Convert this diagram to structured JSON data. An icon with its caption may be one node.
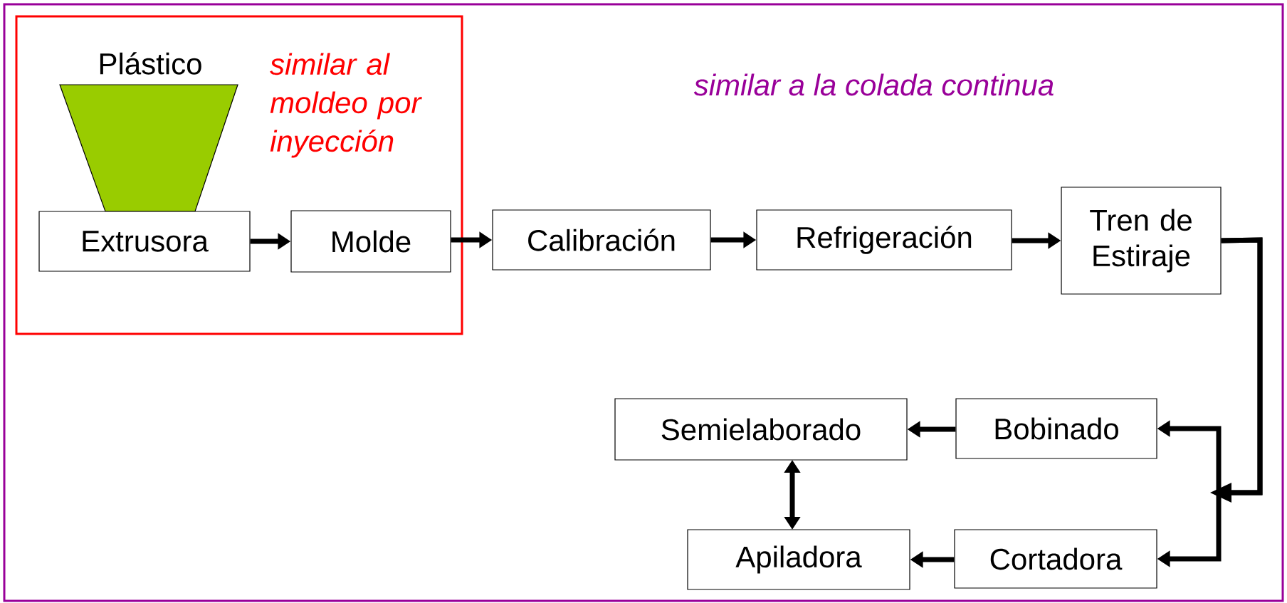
{
  "diagram": {
    "nodes": [
      {
        "text": [
          "similar a la colada continua"
        ]
      },
      {
        "text": [
          "similar al moldeo por inyección"
        ],
        "in": 0
      },
      {
        "text": [
          "Plástico"
        ],
        "in": 1
      },
      {
        "text": [
          "Extrusora"
        ],
        "in": 1
      },
      {
        "text": [
          "Molde"
        ],
        "in": 1
      },
      {
        "text": [
          "Calibración"
        ],
        "in": 0
      },
      {
        "text": [
          "Refrigeración"
        ],
        "in": 0
      },
      {
        "text": [
          "Tren de Estiraje"
        ],
        "in": 0
      },
      {
        "text": [
          "Bobinado"
        ],
        "in": 0
      },
      {
        "text": [
          "Semielaborado"
        ],
        "in": 0
      },
      {
        "text": [
          "Cortadora"
        ],
        "in": 0
      },
      {
        "text": [
          "Apiladora"
        ],
        "in": 0
      }
    ],
    "edges": [
      {
        "from": 3,
        "to": 4,
        "arrow": "to"
      },
      {
        "from": 4,
        "to": 5,
        "arrow": "to"
      },
      {
        "from": 5,
        "to": 6,
        "arrow": "to"
      },
      {
        "from": 6,
        "to": 7,
        "arrow": "to"
      },
      {
        "from": 7,
        "to": 8,
        "arrow": "to"
      },
      {
        "from": 7,
        "to": 10,
        "arrow": "to"
      },
      {
        "from": 8,
        "to": 9,
        "arrow": "to"
      },
      {
        "from": 10,
        "to": 11,
        "arrow": "to"
      },
      {
        "from": 9,
        "to": 11,
        "arrow": "both"
      }
    ]
  }
}
